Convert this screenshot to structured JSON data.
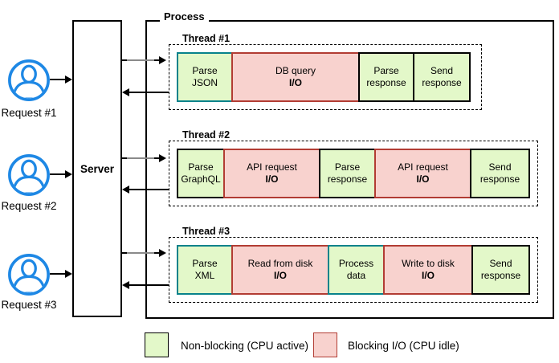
{
  "colors": {
    "nonblocking_fill": "#e3f8c9",
    "nonblocking_border_black": "#000000",
    "nonblocking_border_teal": "#07828b",
    "blocking_fill": "#f8d2ce",
    "blocking_border": "#b23c33",
    "user_icon_blue": "#1e88e5",
    "arrow_black": "#000000",
    "arrow_gray_overlay": "#8a8a8a"
  },
  "requests": [
    {
      "label": "Request #1"
    },
    {
      "label": "Request #2"
    },
    {
      "label": "Request #3"
    }
  ],
  "server": {
    "label": "Server"
  },
  "process": {
    "label": "Process"
  },
  "threads": [
    {
      "label": "Thread #1",
      "blocks": [
        {
          "line1": "Parse",
          "line2": "JSON",
          "type": "non-blocking"
        },
        {
          "line1": "DB query",
          "line2": "I/O",
          "type": "blocking"
        },
        {
          "line1": "Parse",
          "line2": "response",
          "type": "non-blocking"
        },
        {
          "line1": "Send",
          "line2": "response",
          "type": "non-blocking"
        }
      ]
    },
    {
      "label": "Thread #2",
      "blocks": [
        {
          "line1": "Parse",
          "line2": "GraphQL",
          "type": "non-blocking"
        },
        {
          "line1": "API request",
          "line2": "I/O",
          "type": "blocking"
        },
        {
          "line1": "Parse",
          "line2": "response",
          "type": "non-blocking"
        },
        {
          "line1": "API request",
          "line2": "I/O",
          "type": "blocking"
        },
        {
          "line1": "Send",
          "line2": "response",
          "type": "non-blocking"
        }
      ]
    },
    {
      "label": "Thread #3",
      "blocks": [
        {
          "line1": "Parse",
          "line2": "XML",
          "type": "non-blocking"
        },
        {
          "line1": "Read from disk",
          "line2": "I/O",
          "type": "blocking"
        },
        {
          "line1": "Process",
          "line2": "data",
          "type": "non-blocking"
        },
        {
          "line1": "Write to disk",
          "line2": "I/O",
          "type": "blocking"
        },
        {
          "line1": "Send",
          "line2": "response",
          "type": "non-blocking"
        }
      ]
    }
  ],
  "legend": {
    "items": [
      {
        "label": "Non-blocking (CPU active)",
        "swatch": "green"
      },
      {
        "label": "Blocking I/O (CPU idle)",
        "swatch": "pink"
      }
    ]
  }
}
